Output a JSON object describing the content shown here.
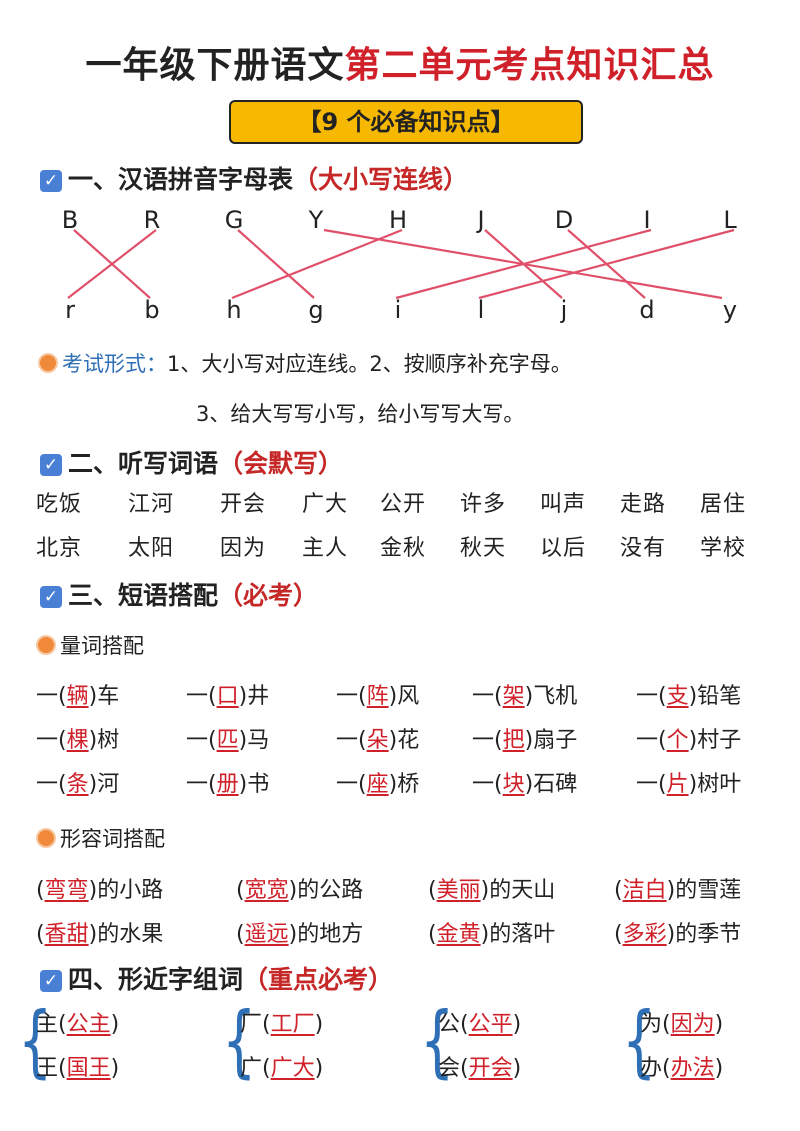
{
  "title": {
    "black": "一年级下册语文",
    "red": "第二单元考点知识汇总"
  },
  "badge": "【9 个必备知识点】",
  "sections": {
    "s1": {
      "heading": "一、汉语拼音字母表",
      "note": "（大小写连线）"
    },
    "s2": {
      "heading": "二、听写词语",
      "note": "（会默写）"
    },
    "s3": {
      "heading": "三、短语搭配",
      "note": "（必考）"
    },
    "s4": {
      "heading": "四、形近字组词",
      "note": "（重点必考）"
    }
  },
  "letters": {
    "upper": [
      "B",
      "R",
      "G",
      "Y",
      "H",
      "J",
      "D",
      "I",
      "L"
    ],
    "lower": [
      "r",
      "b",
      "h",
      "g",
      "i",
      "l",
      "j",
      "d",
      "y"
    ],
    "matches": [
      [
        0,
        1
      ],
      [
        1,
        0
      ],
      [
        2,
        3
      ],
      [
        3,
        8
      ],
      [
        4,
        2
      ],
      [
        5,
        6
      ],
      [
        6,
        7
      ],
      [
        7,
        4
      ],
      [
        8,
        5
      ]
    ]
  },
  "exam": {
    "label": "考试形式：",
    "line1": "1、大小写对应连线。2、按顺序补充字母。",
    "line2": "3、给大写写小写，给小写写大写。"
  },
  "words": {
    "row1": [
      "吃饭",
      "江河",
      "开会",
      "广大",
      "公开",
      "许多",
      "叫声",
      "走路",
      "居住"
    ],
    "row2": [
      "北京",
      "太阳",
      "因为",
      "主人",
      "金秋",
      "秋天",
      "以后",
      "没有",
      "学校"
    ]
  },
  "measure": {
    "label": "量词搭配",
    "rows": [
      [
        {
          "ans": "辆",
          "noun": "车"
        },
        {
          "ans": "口",
          "noun": "井"
        },
        {
          "ans": "阵",
          "noun": "风"
        },
        {
          "ans": "架",
          "noun": "飞机"
        },
        {
          "ans": "支",
          "noun": "铅笔"
        }
      ],
      [
        {
          "ans": "棵",
          "noun": "树"
        },
        {
          "ans": "匹",
          "noun": "马"
        },
        {
          "ans": "朵",
          "noun": "花"
        },
        {
          "ans": "把",
          "noun": "扇子"
        },
        {
          "ans": "个",
          "noun": "村子"
        }
      ],
      [
        {
          "ans": "条",
          "noun": "河"
        },
        {
          "ans": "册",
          "noun": "书"
        },
        {
          "ans": "座",
          "noun": "桥"
        },
        {
          "ans": "块",
          "noun": "石碑"
        },
        {
          "ans": "片",
          "noun": "树叶"
        }
      ]
    ]
  },
  "adjective": {
    "label": "形容词搭配",
    "rows": [
      [
        {
          "ans": "弯弯",
          "rest": "的小路"
        },
        {
          "ans": "宽宽",
          "rest": "的公路"
        },
        {
          "ans": "美丽",
          "rest": "的天山"
        },
        {
          "ans": "洁白",
          "rest": "的雪莲"
        }
      ],
      [
        {
          "ans": "香甜",
          "rest": "的水果"
        },
        {
          "ans": "遥远",
          "rest": "的地方"
        },
        {
          "ans": "金黄",
          "rest": "的落叶"
        },
        {
          "ans": "多彩",
          "rest": "的季节"
        }
      ]
    ]
  },
  "similar": [
    [
      {
        "ch": "主",
        "ans": "公主"
      },
      {
        "ch": "王",
        "ans": "国王"
      }
    ],
    [
      {
        "ch": "厂",
        "ans": "工厂"
      },
      {
        "ch": "广",
        "ans": "广大"
      }
    ],
    [
      {
        "ch": "公",
        "ans": "公平"
      },
      {
        "ch": "会",
        "ans": "开会"
      }
    ],
    [
      {
        "ch": "为",
        "ans": "因为"
      },
      {
        "ch": "办",
        "ans": "办法"
      }
    ]
  ],
  "colors": {
    "accent_red": "#d0202a",
    "badge_yellow": "#f6b800",
    "check_blue": "#4a7fd6",
    "line_pink": "#e0506a",
    "dot_orange": "#f0893a"
  }
}
